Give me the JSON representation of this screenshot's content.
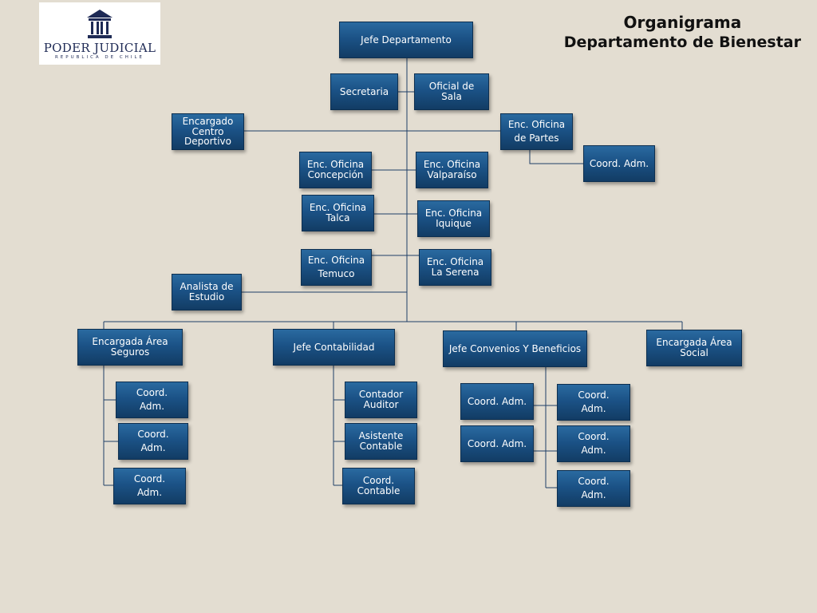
{
  "header": {
    "title_line1": "Organigrama",
    "title_line2": "Departamento de Bienestar"
  },
  "logo": {
    "name": "PODER JUDICIAL",
    "subtitle": "REPUBLICA DE CHILE",
    "icon": "courthouse-icon"
  },
  "colors": {
    "box": "#1b5286",
    "connector": "#1f3f66",
    "background": "#e3ddd1"
  },
  "org": {
    "jefe_departamento": "Jefe Departamento",
    "secretaria": "Secretaria",
    "oficial_de_sala": "Oficial de\nSala",
    "encargado_centro_deportivo": "Encargado\nCentro\nDeportivo",
    "enc_oficina_partes": "Enc. Oficina\nde Partes",
    "coord_partes": "Coord. Adm.",
    "enc_concepcion": "Enc. Oficina\nConcepción",
    "enc_valparaiso": "Enc. Oficina\nValparaíso",
    "enc_talca": "Enc. Oficina\nTalca",
    "enc_iquique": "Enc. Oficina\nIquique",
    "enc_temuco": "Enc. Oficina\nTemuco",
    "enc_la_serena": "Enc. Oficina\nLa Serena",
    "analista_estudio": "Analista de\nEstudio",
    "area_seguros": "Encargada Área\nSeguros",
    "jefe_contabilidad": "Jefe Contabilidad",
    "jefe_convenios": "Jefe Convenios Y Beneficios",
    "area_social": "Encargada Área\nSocial",
    "seguros_coord_1": "Coord.\nAdm.",
    "seguros_coord_2": "Coord.\nAdm.",
    "seguros_coord_3": "Coord.\nAdm.",
    "contador_auditor": "Contador\nAuditor",
    "asistente_contable": "Asistente\nContable",
    "coord_contable": "Coord.\nContable",
    "convenios_coord_l1": "Coord. Adm.",
    "convenios_coord_l2": "Coord. Adm.",
    "convenios_coord_r1": "Coord.\nAdm.",
    "convenios_coord_r2": "Coord.\nAdm.",
    "convenios_coord_r3": "Coord.\nAdm."
  }
}
